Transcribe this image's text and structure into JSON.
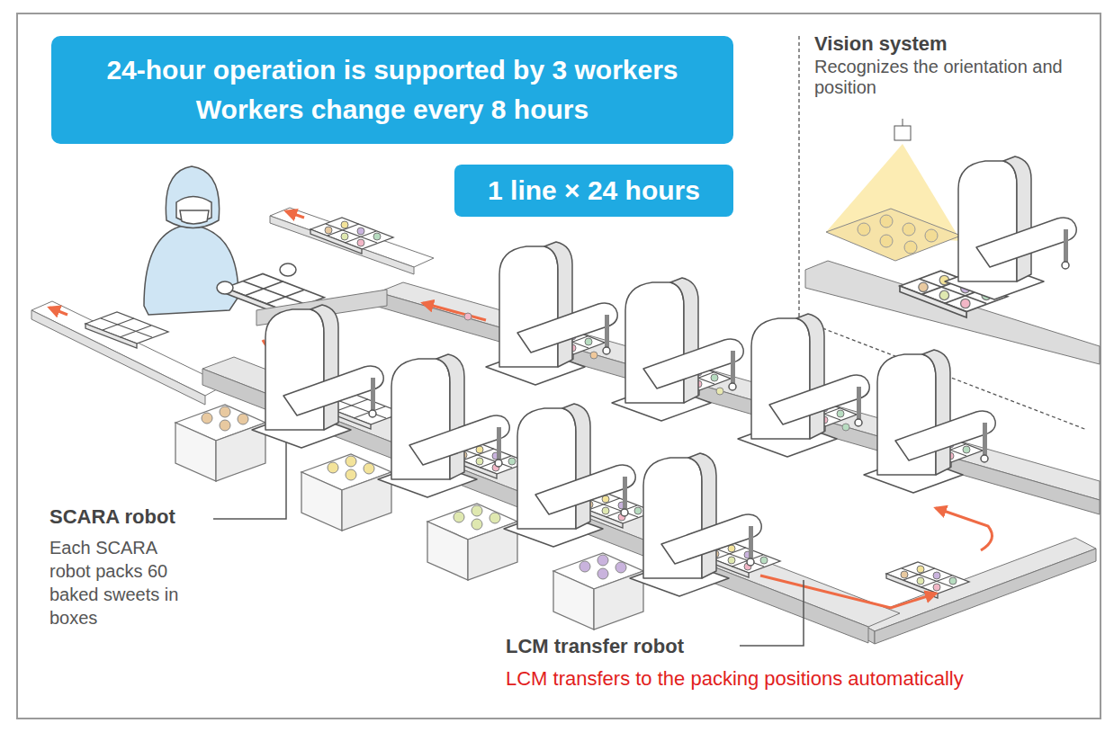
{
  "diagram": {
    "nodes": [
      {
        "text": [
          "24-hour operation is supported by 3 workers",
          "Workers change every 8 hours"
        ]
      },
      {
        "text": [
          "1 line × 24 hours"
        ]
      },
      {
        "text": [
          "Vision system",
          "Recognizes the orientation and position"
        ]
      }
    ],
    "labels": [
      "SCARA robot",
      "Each SCARA robot packs 60 baked sweets in boxes",
      "LCM transfer robot",
      "LCM transfers to the packing positions automatically"
    ]
  }
}
